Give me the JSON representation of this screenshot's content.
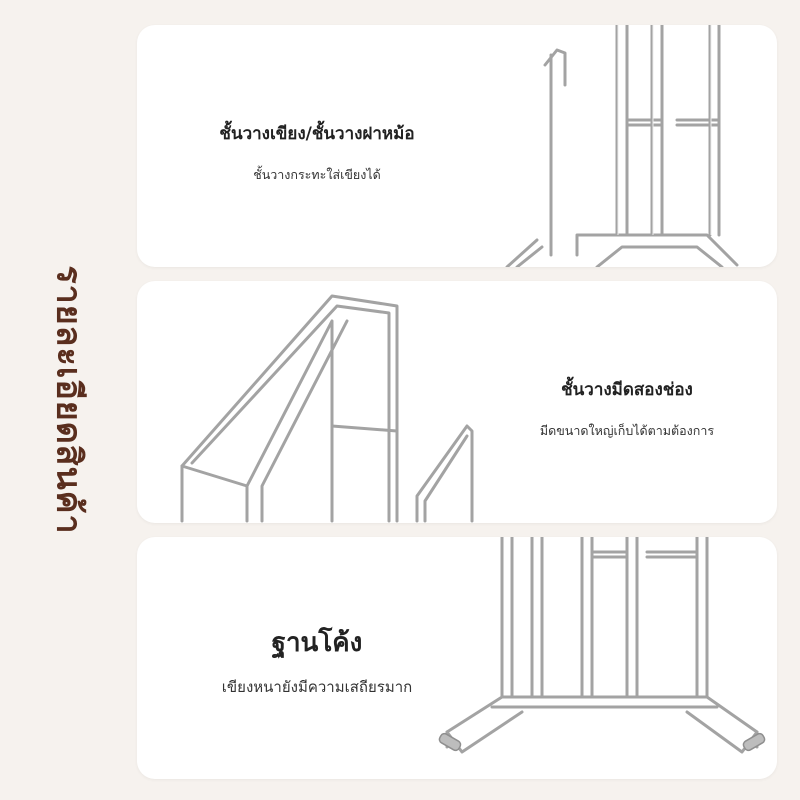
{
  "side_title": "รายละเอียดสินค้า",
  "cards": [
    {
      "title": "ชั้นวางเขียง/ชั้นวางฝาหม้อ",
      "subtitle": "ชั้นวางกระทะใส่เขียงได้",
      "image_icon": "rack-hook-icon"
    },
    {
      "title": "ชั้นวางมีดสองช่อง",
      "subtitle": "มีดขนาดใหญ่เก็บได้ตามต้องการ",
      "image_icon": "knife-rack-icon"
    },
    {
      "title": "ฐานโค้ง",
      "subtitle": "เขียงหนายังมีความเสถียรมาก",
      "image_icon": "curved-base-icon"
    }
  ],
  "colors": {
    "background": "#f6f2ee",
    "title": "#5a2e1e",
    "metal": "#9a9a9a"
  }
}
